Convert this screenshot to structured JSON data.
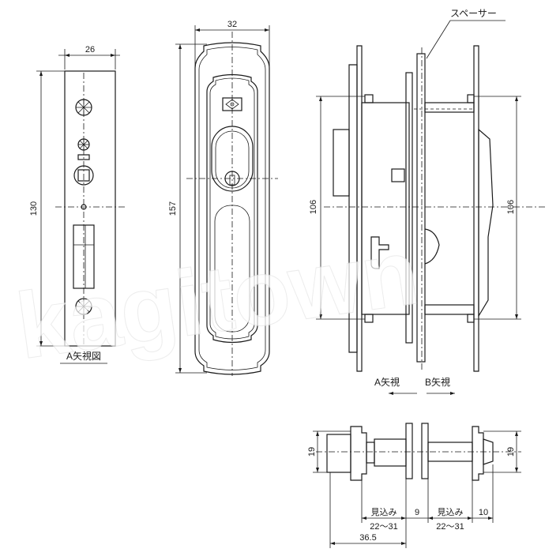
{
  "labels": {
    "view_a": "A矢視図",
    "spacer": "スペーサー",
    "arrow_a": "A矢視",
    "arrow_b": "B矢視",
    "mikomi_left": "見込み",
    "mikomi_right": "見込み",
    "range_left": "22～31",
    "range_right": "22～31"
  },
  "dimensions": {
    "front_width": "26",
    "front_height": "130",
    "plate_width": "32",
    "plate_height": "157",
    "side_height_left": "106",
    "side_height_right": "106",
    "bottom_height_left": "19",
    "bottom_height_right": "19",
    "gap_mid": "9",
    "right_offset": "10",
    "total_offset": "36.5"
  },
  "watermark": {
    "text": "kagitown"
  },
  "colors": {
    "line": "#1a1a1a",
    "background": "#ffffff"
  }
}
